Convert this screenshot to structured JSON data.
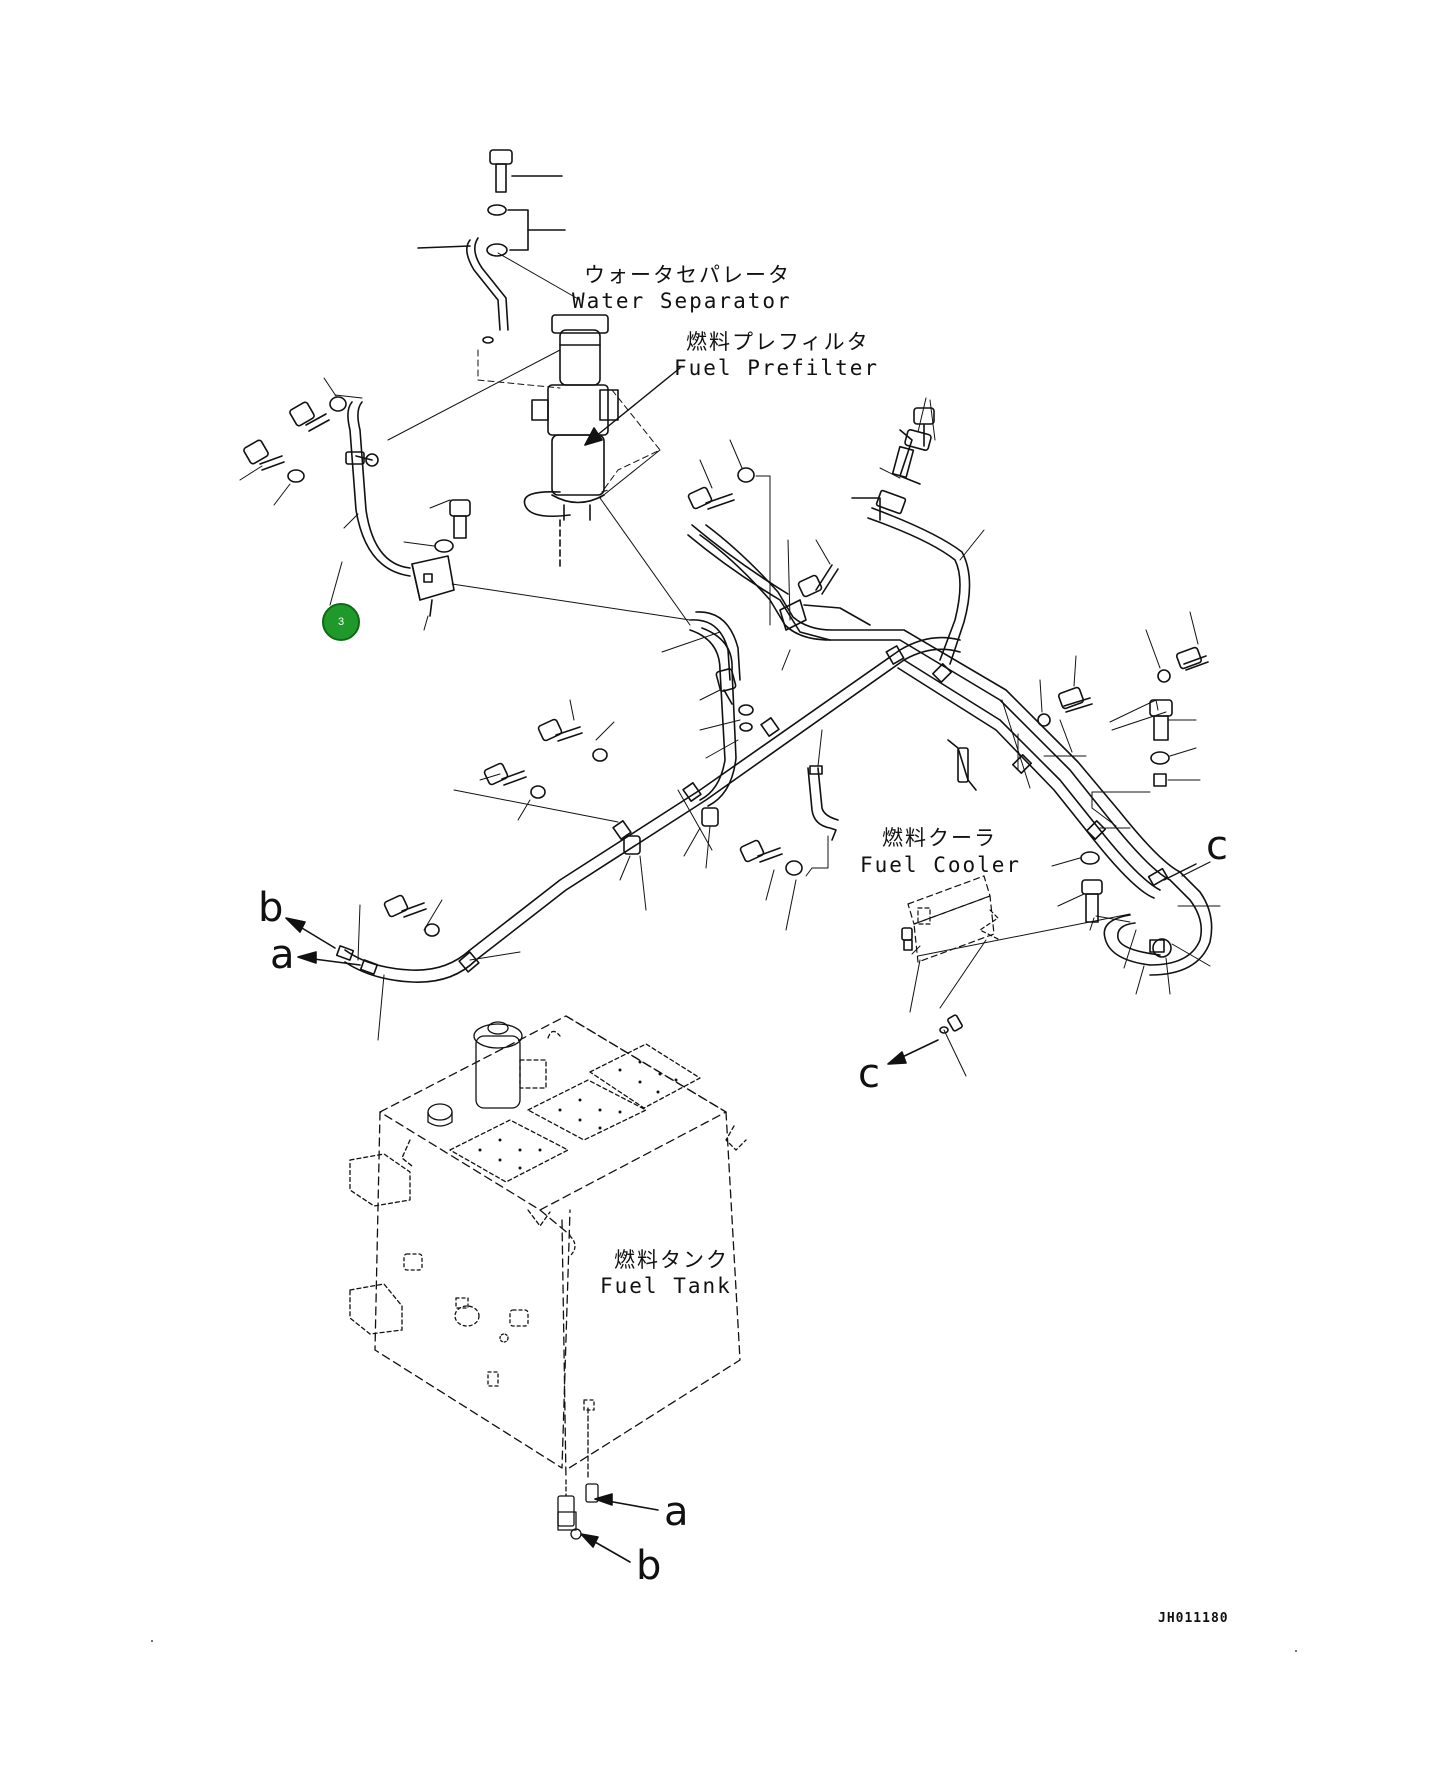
{
  "labels": {
    "water_separator_jp": "ウォータセパレータ",
    "water_separator_en": "Water Separator",
    "fuel_prefilter_jp": "燃料プレフィルタ",
    "fuel_prefilter_en": "Fuel Prefilter",
    "fuel_cooler_jp": "燃料クーラ",
    "fuel_cooler_en": "Fuel Cooler",
    "fuel_tank_jp": "燃料タンク",
    "fuel_tank_en": "Fuel Tank"
  },
  "connection_letters": {
    "a": "a",
    "b": "b",
    "c": "c"
  },
  "callout": {
    "number": "3",
    "color": "#1f9a2a"
  },
  "drawing_code": "JH011180"
}
